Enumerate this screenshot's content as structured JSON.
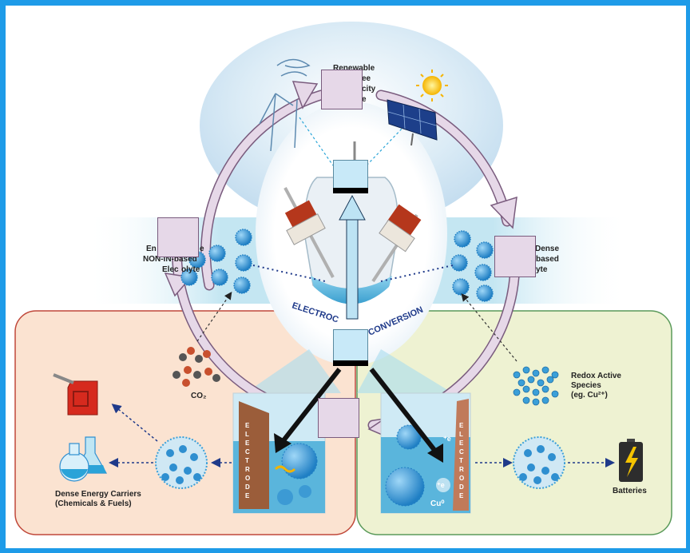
{
  "labels": {
    "renewable": "Renewable",
    "renewable_2": "ee",
    "renewable_3": "city",
    "renewable_4": "e",
    "left_1": "En",
    "left_1b": "e",
    "left_2": "NON-IN-based",
    "left_3": "Elec",
    "left_3b": "olyte",
    "right_1": "Dense",
    "right_2": "based",
    "right_3": "yte",
    "arc_text_left": "ELECTROC",
    "arc_text_right": "CONVERSION",
    "co2": "CO₂",
    "redox_1": "Redox Active",
    "redox_2": "Species",
    "redox_3": "(eg. Cu²⁺)",
    "dense_1": "Dense Energy Carriers",
    "dense_2": "(Chemicals & Fuels)",
    "batteries": "Batteries",
    "electrode": "ELECTRODE",
    "e_minus_1": "⁺e",
    "e_minus_2": "⁺e",
    "cu0": "Cu⁰"
  },
  "colors": {
    "frame": "#1e9be8",
    "left_panel_bg": "#fbe3d1",
    "left_panel_border": "#c0483a",
    "right_panel_bg": "#eef2d2",
    "right_panel_border": "#5a9a5a",
    "cycle_arrow": "#e6d8e8",
    "cycle_arrow_outline": "#7a5c7e",
    "electrolyte_band": "#c4e6f2",
    "molecule_blue": "#2a8fd4"
  }
}
